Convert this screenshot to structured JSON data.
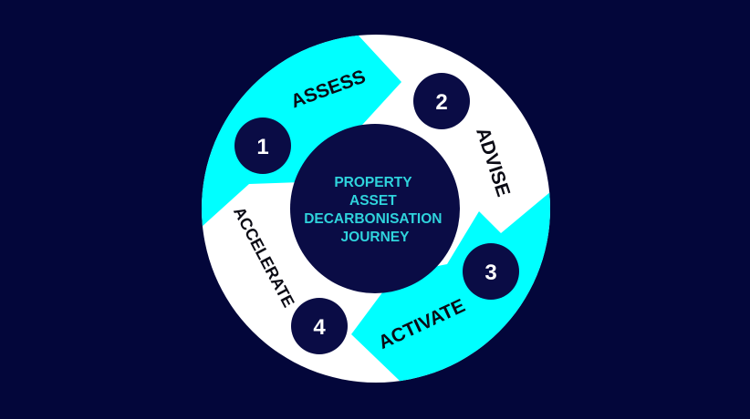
{
  "colors": {
    "background": "#03063a",
    "cyan": "#00ffff",
    "white": "#ffffff",
    "navy": "#0a0c45",
    "center_text": "#2fd3dc"
  },
  "center": {
    "lines": [
      "PROPERTY",
      "ASSET",
      "DECARBONISATION",
      "JOURNEY"
    ]
  },
  "steps": [
    {
      "number": "1",
      "label": "ASSESS",
      "color": "cyan"
    },
    {
      "number": "2",
      "label": "ADVISE",
      "color": "white"
    },
    {
      "number": "3",
      "label": "ACTIVATE",
      "color": "cyan"
    },
    {
      "number": "4",
      "label": "ACCELERATE",
      "color": "white"
    }
  ]
}
